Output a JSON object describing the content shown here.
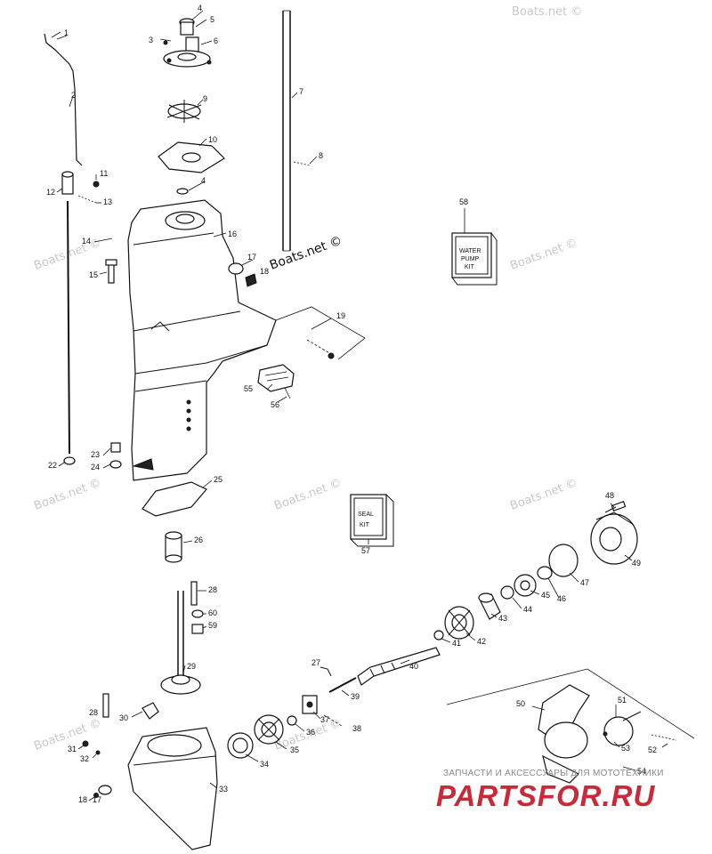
{
  "watermark_text": "Boats.net ©",
  "shop": {
    "subtitle": "ЗАПЧАСТИ И АКСЕССУАРЫ ДЛЯ МОТОТЕХНИКИ",
    "logo": "PARTSFOR.RU"
  },
  "kits": {
    "water_pump": {
      "line1": "WATER",
      "line2": "PUMP",
      "line3": "KIT"
    },
    "seal": {
      "line1": "SEAL",
      "line2": "KIT"
    }
  },
  "callouts": {
    "n1": "1",
    "n2": "2",
    "n3": "3",
    "n4a": "4",
    "n4b": "4",
    "n5": "5",
    "n6": "6",
    "n7": "7",
    "n8": "8",
    "n9": "9",
    "n10": "10",
    "n11": "11",
    "n12": "12",
    "n13": "13",
    "n14": "14",
    "n15": "15",
    "n16": "16",
    "n17a": "17",
    "n17b": "17",
    "n18a": "18",
    "n18b": "18",
    "n19": "19",
    "n22": "22",
    "n23": "23",
    "n24": "24",
    "n25": "25",
    "n26": "26",
    "n27": "27",
    "n28a": "28",
    "n28b": "28",
    "n29": "29",
    "n30": "30",
    "n31": "31",
    "n32": "32",
    "n33": "33",
    "n34": "34",
    "n35": "35",
    "n36": "36",
    "n37": "37",
    "n38": "38",
    "n39": "39",
    "n40": "40",
    "n41": "41",
    "n42": "42",
    "n43": "43",
    "n44": "44",
    "n45": "45",
    "n46": "46",
    "n47": "47",
    "n48": "48",
    "n49": "49",
    "n50": "50",
    "n51": "51",
    "n52": "52",
    "n53": "53",
    "n54": "54",
    "n55": "55",
    "n56": "56",
    "n57": "57",
    "n58": "58",
    "n59": "59",
    "n60": "60"
  },
  "colors": {
    "line": "#111111",
    "watermark": "#c8c8c8",
    "logo": "#c82a3a"
  }
}
